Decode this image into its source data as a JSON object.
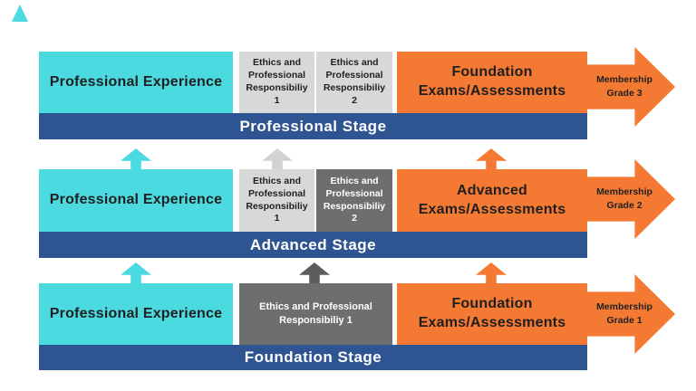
{
  "colors": {
    "turquoise": "#4CDAE1",
    "orange": "#F47A33",
    "navy_banner": "#2E5592",
    "light_gray": "#D8D8D8",
    "dark_gray": "#6E6E6E",
    "dark_gray_arrow": "#5C5D5F",
    "light_gray_arrow": "#D2D2D2",
    "text_dark": "#1F1F1F",
    "text_white": "#FFFFFF"
  },
  "icons": {
    "corner_arrow": "small turquoise up-triangle decoration"
  },
  "rows": [
    {
      "stage_label": "Professional Stage",
      "experience_label": "Professional Experience",
      "ethics": [
        {
          "variant": "light",
          "lines": [
            "Ethics and",
            "Professional",
            "Responsibiliy",
            "1"
          ]
        },
        {
          "variant": "light",
          "lines": [
            "Ethics and",
            "Professional",
            "Responsibiliy",
            "2"
          ]
        }
      ],
      "exams_lines": [
        "Foundation",
        "Exams/Assessments"
      ],
      "membership_lines": [
        "Membership",
        "Grade 3"
      ],
      "arrows_above": []
    },
    {
      "stage_label": "Advanced Stage",
      "experience_label": "Professional Experience",
      "ethics": [
        {
          "variant": "light",
          "lines": [
            "Ethics and",
            "Professional",
            "Responsibiliy",
            "1"
          ]
        },
        {
          "variant": "dark",
          "lines": [
            "Ethics and",
            "Professional",
            "Responsibiliy",
            "2"
          ]
        }
      ],
      "exams_lines": [
        "Advanced",
        "Exams/Assessments"
      ],
      "membership_lines": [
        "Membership",
        "Grade 2"
      ],
      "arrows_above": [
        "turquoise",
        "light-gray",
        "orange"
      ]
    },
    {
      "stage_label": "Foundation Stage",
      "experience_label": "Professional Experience",
      "ethics_full": {
        "variant": "dark",
        "lines": [
          "Ethics and Professional",
          "Responsibiliy 1"
        ]
      },
      "exams_lines": [
        "Foundation",
        "Exams/Assessments"
      ],
      "membership_lines": [
        "Membership",
        "Grade 1"
      ],
      "arrows_above": [
        "turquoise",
        "dark-gray",
        "orange"
      ]
    }
  ]
}
